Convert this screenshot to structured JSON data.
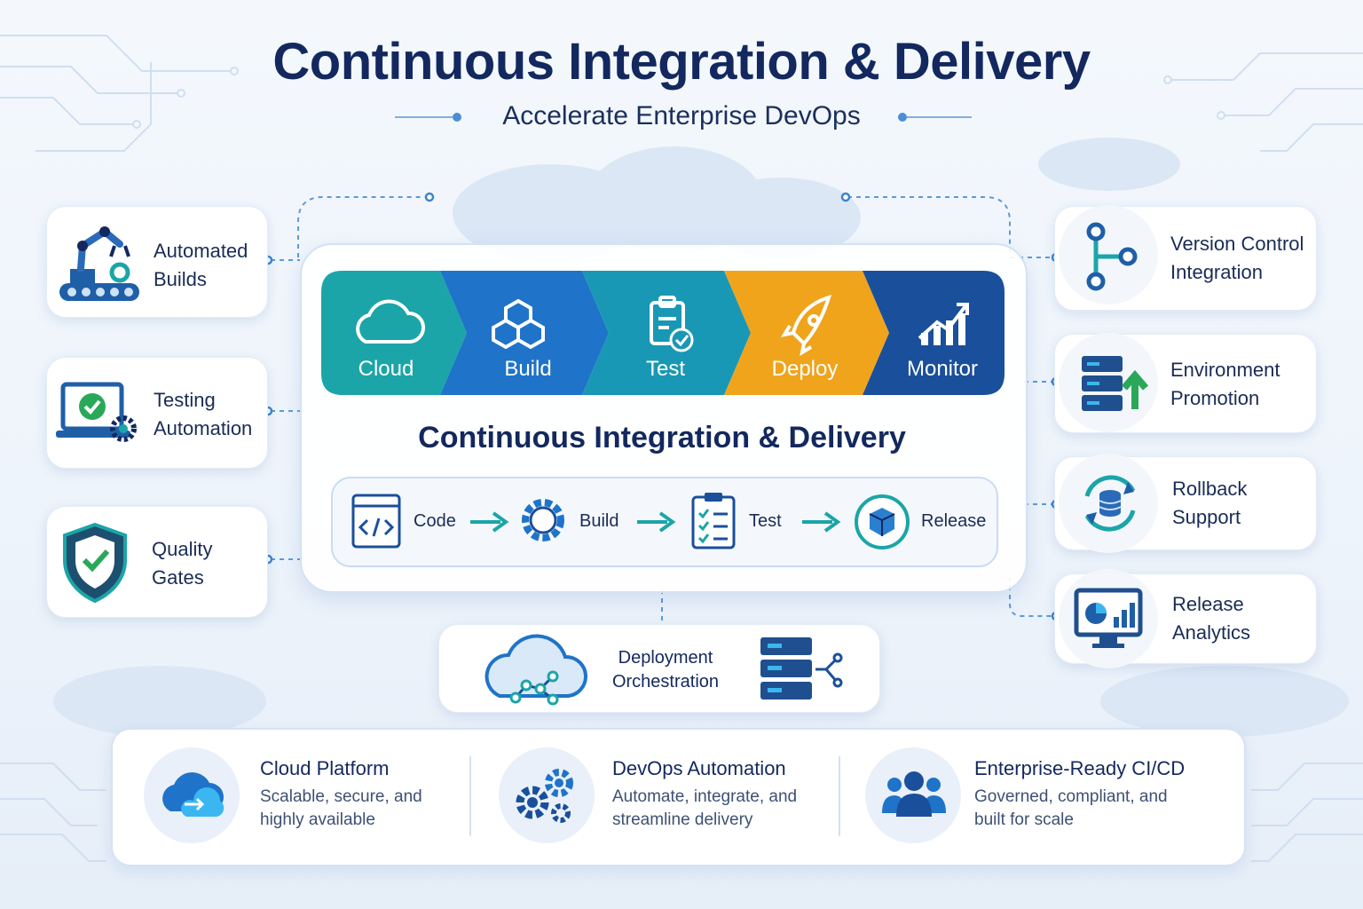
{
  "header": {
    "title": "Continuous Integration & Delivery",
    "subtitle": "Accelerate Enterprise DevOps"
  },
  "left_features": [
    {
      "line1": "Automated",
      "line2": "Builds",
      "icon": "robot-arm-icon"
    },
    {
      "line1": "Testing",
      "line2": "Automation",
      "icon": "laptop-check-icon"
    },
    {
      "line1": "Quality",
      "line2": "Gates",
      "icon": "shield-check-icon"
    }
  ],
  "right_features": [
    {
      "line1": "Version Control",
      "line2": "Integration",
      "icon": "git-branch-icon"
    },
    {
      "line1": "Environment",
      "line2": "Promotion",
      "icon": "server-upload-icon"
    },
    {
      "line1": "Rollback",
      "line2": "Support",
      "icon": "database-refresh-icon"
    },
    {
      "line1": "Release",
      "line2": "Analytics",
      "icon": "monitor-chart-icon"
    }
  ],
  "pipeline": {
    "stages": [
      {
        "label": "Cloud",
        "color": "#1ba5a8",
        "icon": "cloud-icon"
      },
      {
        "label": "Build",
        "color": "#1f73c9",
        "icon": "cubes-icon"
      },
      {
        "label": "Test",
        "color": "#1898b5",
        "icon": "clipboard-check-icon"
      },
      {
        "label": "Deploy",
        "color": "#f0a41c",
        "icon": "rocket-icon"
      },
      {
        "label": "Monitor",
        "color": "#1a4f9c",
        "icon": "chart-up-icon"
      }
    ],
    "title": "Continuous Integration & Delivery",
    "flow": [
      {
        "label": "Code",
        "icon": "code-window-icon"
      },
      {
        "label": "Build",
        "icon": "gear-icon"
      },
      {
        "label": "Test",
        "icon": "checklist-icon"
      },
      {
        "label": "Release",
        "icon": "package-icon"
      }
    ]
  },
  "orchestration": {
    "line1": "Deployment",
    "line2": "Orchestration"
  },
  "bottom": [
    {
      "title": "Cloud Platform",
      "desc1": "Scalable, secure, and",
      "desc2": "highly available",
      "icon": "cloud-sync-icon"
    },
    {
      "title": "DevOps Automation",
      "desc1": "Automate, integrate, and",
      "desc2": "streamline delivery",
      "icon": "gears-icon"
    },
    {
      "title": "Enterprise-Ready CI/CD",
      "desc1": "Governed, compliant, and",
      "desc2": "built for scale",
      "icon": "team-icon"
    }
  ],
  "colors": {
    "navy": "#13285e",
    "teal": "#1ba5a8",
    "blue": "#1f73c9",
    "orange": "#f0a41c",
    "dark_blue": "#1a4f9c",
    "connector": "#5b9bd8"
  }
}
